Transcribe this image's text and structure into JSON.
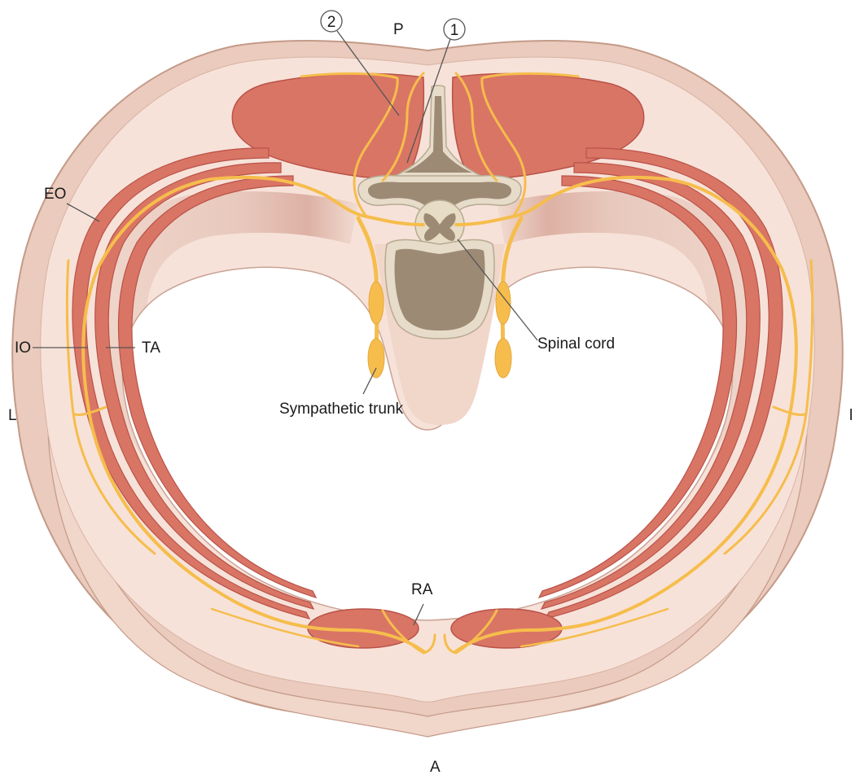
{
  "labels": {
    "posterior": "P",
    "anterior": "A",
    "left": "L",
    "right": "l",
    "num1": "1",
    "num2": "2",
    "eo": "EO",
    "io": "IO",
    "ta": "TA",
    "ra": "RA",
    "spinal_cord": "Spinal cord",
    "sympathetic_trunk": "Sympathetic trunk"
  },
  "colors": {
    "skin": "#eacbbd",
    "skin_edge": "#c49a88",
    "subcutis": "#f7e2d9",
    "muscle": "#d97565",
    "muscle_edge": "#b95248",
    "nerve": "#f6bd4c",
    "bone": "#e6dcc9",
    "bone_edge": "#b7aa92",
    "body_fill": "#9c8a74",
    "cord": "#e7dcc5",
    "grey_matter": "#9c8a74",
    "cavity_wall": "#edd3c8",
    "lead_line": "#555555",
    "text": "#1a1a1a"
  }
}
